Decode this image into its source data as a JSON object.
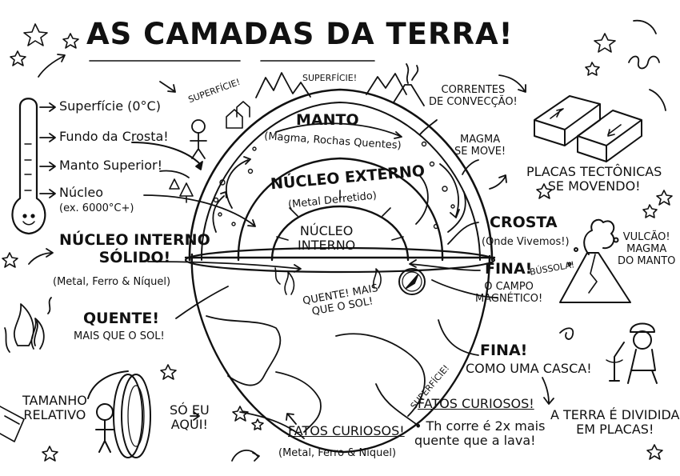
{
  "title": "AS CAMADAS DA TERRA!",
  "surface_labels": [
    "SUPERFÍCIE!",
    "SUPERFÍCIE!",
    "SUPERFÍCIE!"
  ],
  "layers": {
    "mantle": {
      "name": "MANTO",
      "desc": "(Magma, Rochas Quentes)"
    },
    "outer_core": {
      "name": "NÚCLEO EXTERNO",
      "desc": "(Metal Derretido)"
    },
    "inner_core": {
      "name": "NÚCLEO\nINTERNO"
    },
    "inner_hot": "QUENTE! MAIS QUE O SOL!"
  },
  "thermometer": {
    "labels": [
      "Superfície (0°C)",
      "Fundo da Crosta!",
      "Manto Superior!",
      "Núcleo",
      "(ex. 6000°C+)"
    ]
  },
  "left": {
    "inner_core_title": "NÚCLEO INTERNO\nSÓLIDO!",
    "inner_core_desc": "(Metal, Ferro & Níquel)",
    "hot_title": "QUENTE!",
    "hot_desc": "MAIS QUE O SOL!",
    "size_title": "TAMANHO\nRELATIVO",
    "only_me": "SÓ EU\nAQUI!"
  },
  "right": {
    "convection": "CORRENTES\nDE CONVECÇÃO!",
    "magma_moves": "MAGMA\nSE MOVE!",
    "plates_moving": "PLACAS TECTÔNICAS\nSE MOVENDO!",
    "crust_title": "CROSTA",
    "crust_desc": "(Onde Vivemos!)",
    "thin1": "FINA!",
    "compass_label": "BÚSSOLA!",
    "magnetic": "O CAMPO\nMAGNÉTICO!",
    "volcano": "VULCÃO!\nMAGMA\nDO MANTO",
    "thin2_title": "FINA!",
    "thin2_desc": "COMO UMA CASCA!",
    "plates_divided": "A TERRA É DIVIDIDA\nEM PLACAS!"
  },
  "bottom": {
    "facts1_title": "FATOS CURIOSOS!",
    "facts1_desc": "(Metal, Ferro & Níquel)",
    "facts2_title": "FATOS CURIOSOS!",
    "facts2_desc": "• Th corre é 2x mais\nquente que a lava!"
  }
}
